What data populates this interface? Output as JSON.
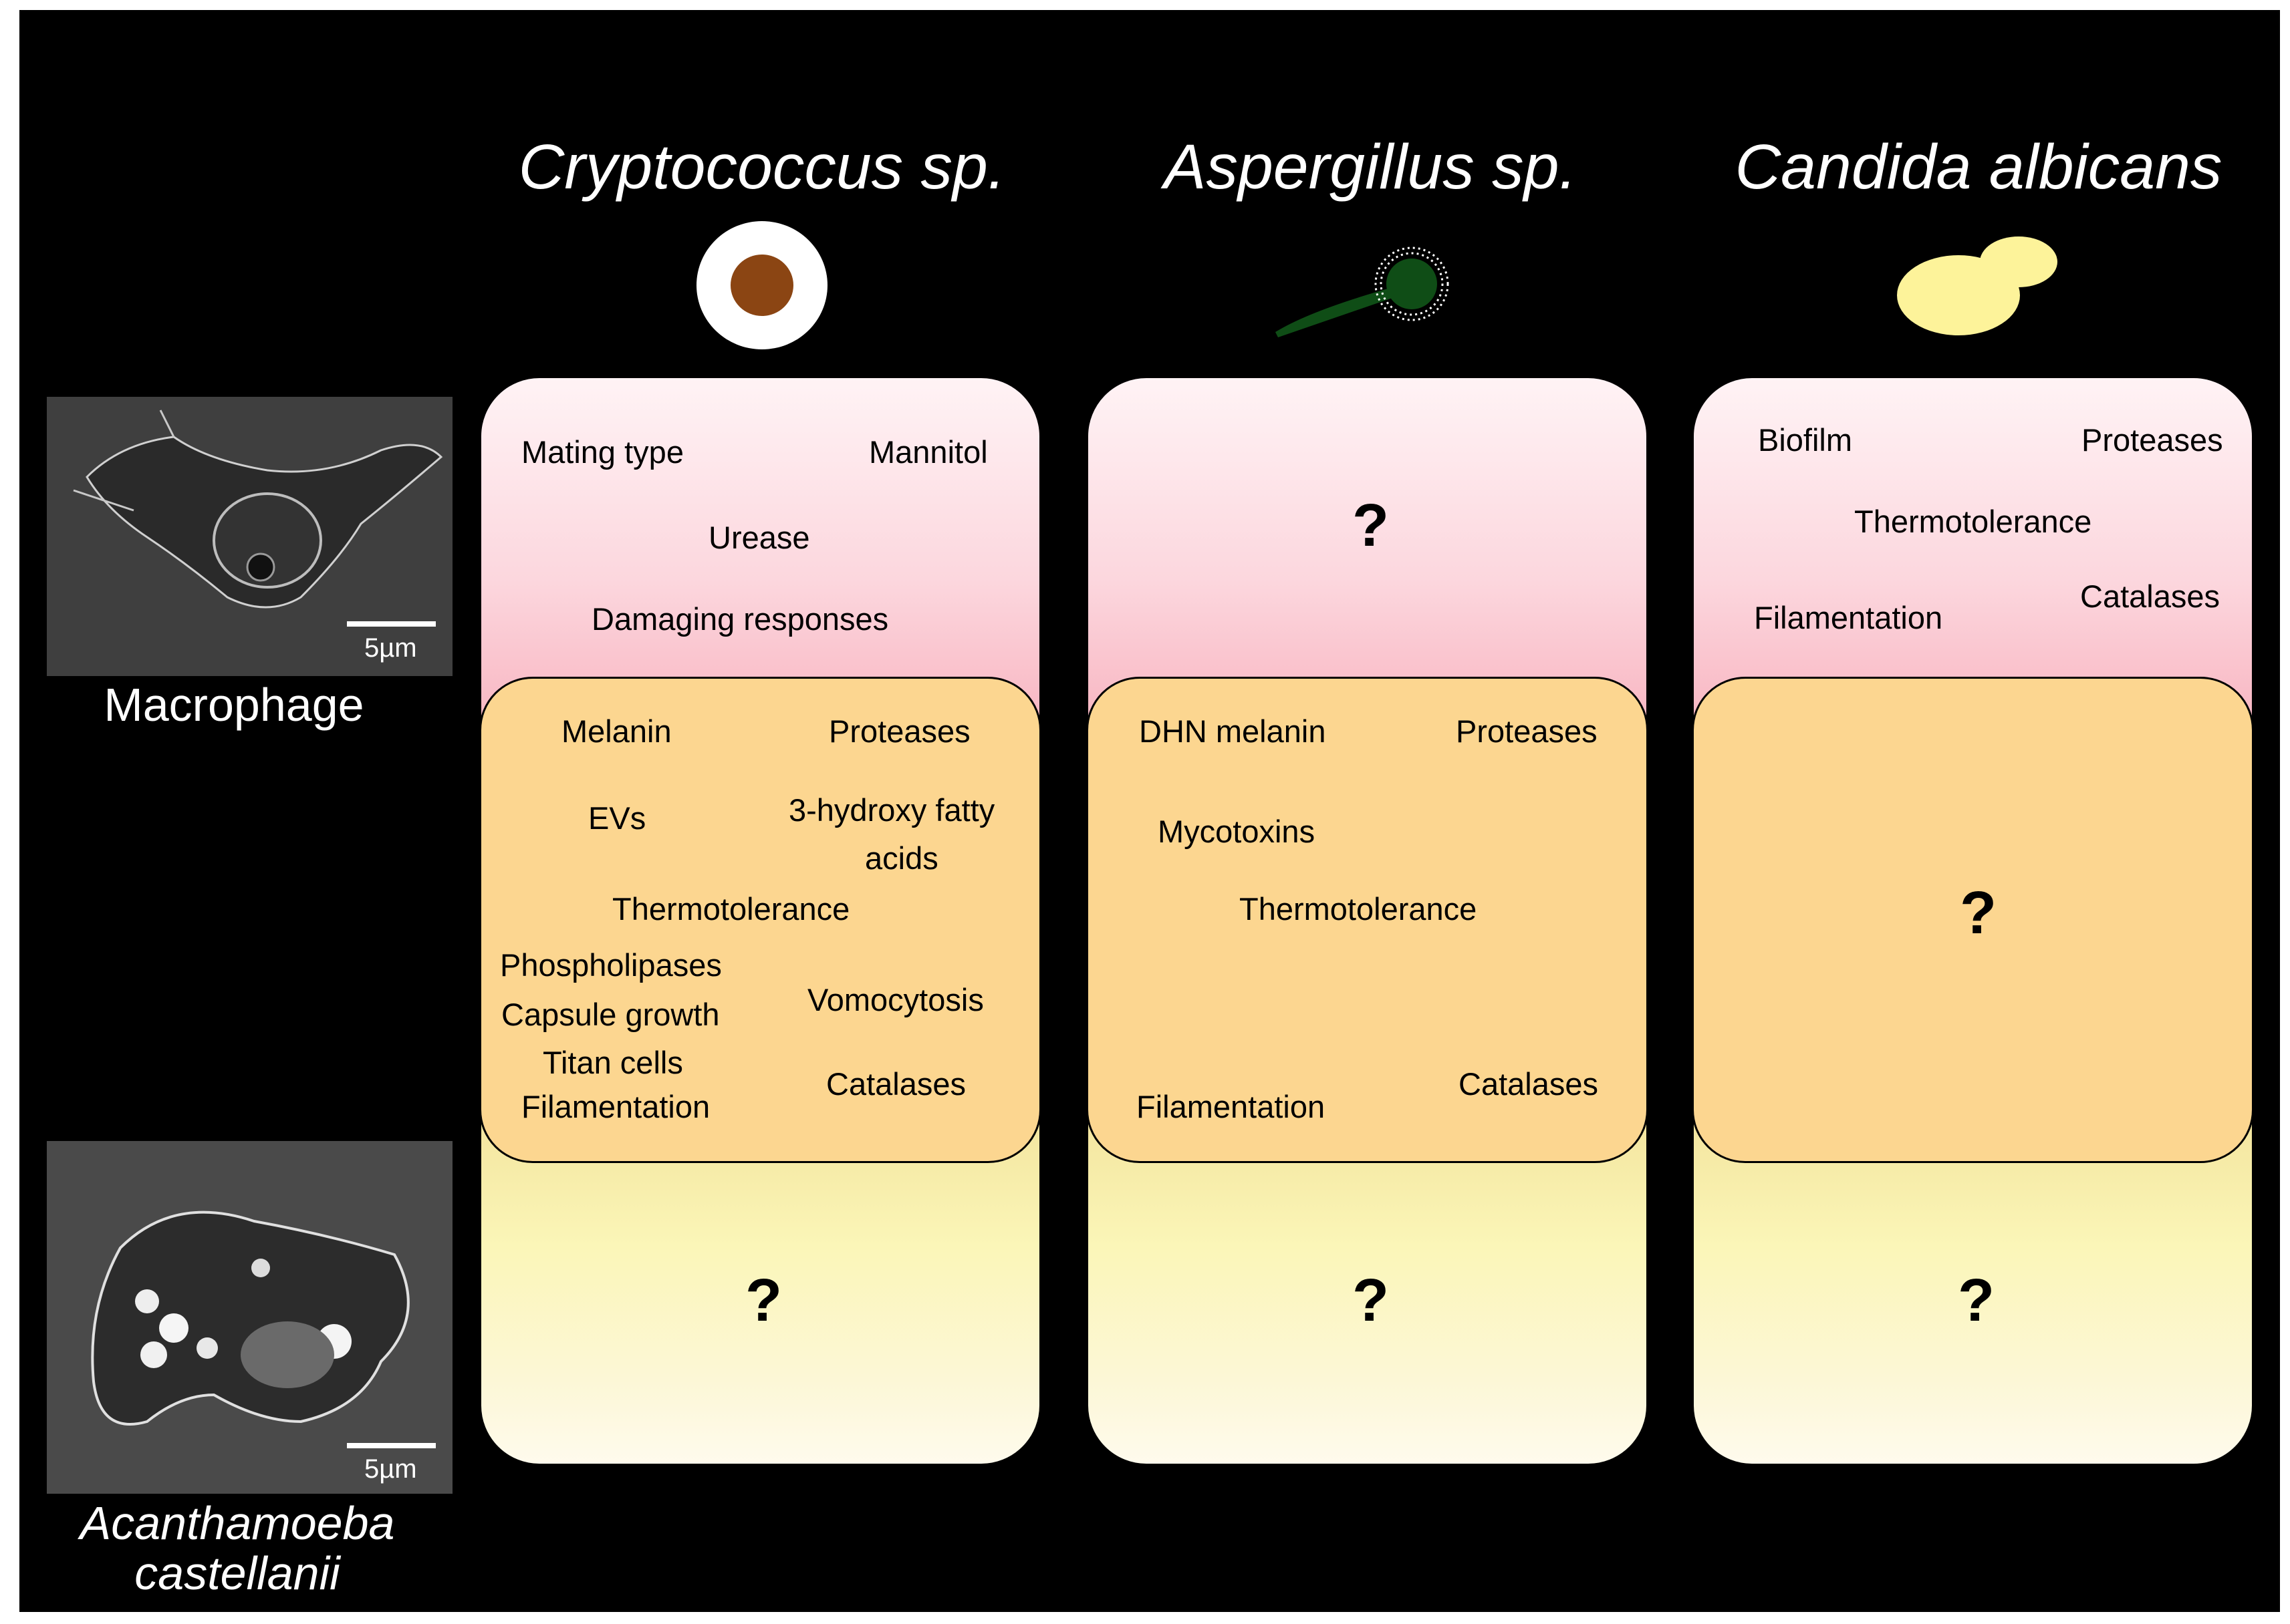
{
  "species": [
    "Cryptococcus sp.",
    "Aspergillus sp.",
    "Candida albicans"
  ],
  "hosts": {
    "macrophage": {
      "label": "Macrophage",
      "scale": "5µm"
    },
    "amoeba": {
      "label_line1": "Acanthamoeba",
      "label_line2": "castellanii",
      "scale": "5µm"
    }
  },
  "cryptococcus": {
    "macrophage": [
      "Mating type",
      "Mannitol",
      "Urease",
      "Damaging responses"
    ],
    "shared": [
      "Melanin",
      "Proteases",
      "EVs",
      "3-hydroxy fatty",
      "acids",
      "Thermotolerance",
      "Phospholipases",
      "Capsule growth",
      "Titan cells",
      "Filamentation",
      "Vomocytosis",
      "Catalases"
    ],
    "amoeba": "?"
  },
  "aspergillus": {
    "macrophage": "?",
    "shared": [
      "DHN melanin",
      "Proteases",
      "Mycotoxins",
      "Thermotolerance",
      "Filamentation",
      "Catalases"
    ],
    "amoeba": "?"
  },
  "candida": {
    "macrophage": [
      "Biofilm",
      "Proteases",
      "Thermotolerance",
      "Filamentation",
      "Catalases"
    ],
    "shared": "?",
    "amoeba": "?"
  },
  "colors": {
    "background": "#000000",
    "macrophage_zone": "#f8b6c2",
    "shared_zone": "#fcd690",
    "amoeba_zone": "#fbf6b8",
    "cryptococcus_capsule": "#ffffff",
    "cryptococcus_cell": "#8b4513",
    "aspergillus": "#0f4d16",
    "candida": "#fdf39a"
  }
}
